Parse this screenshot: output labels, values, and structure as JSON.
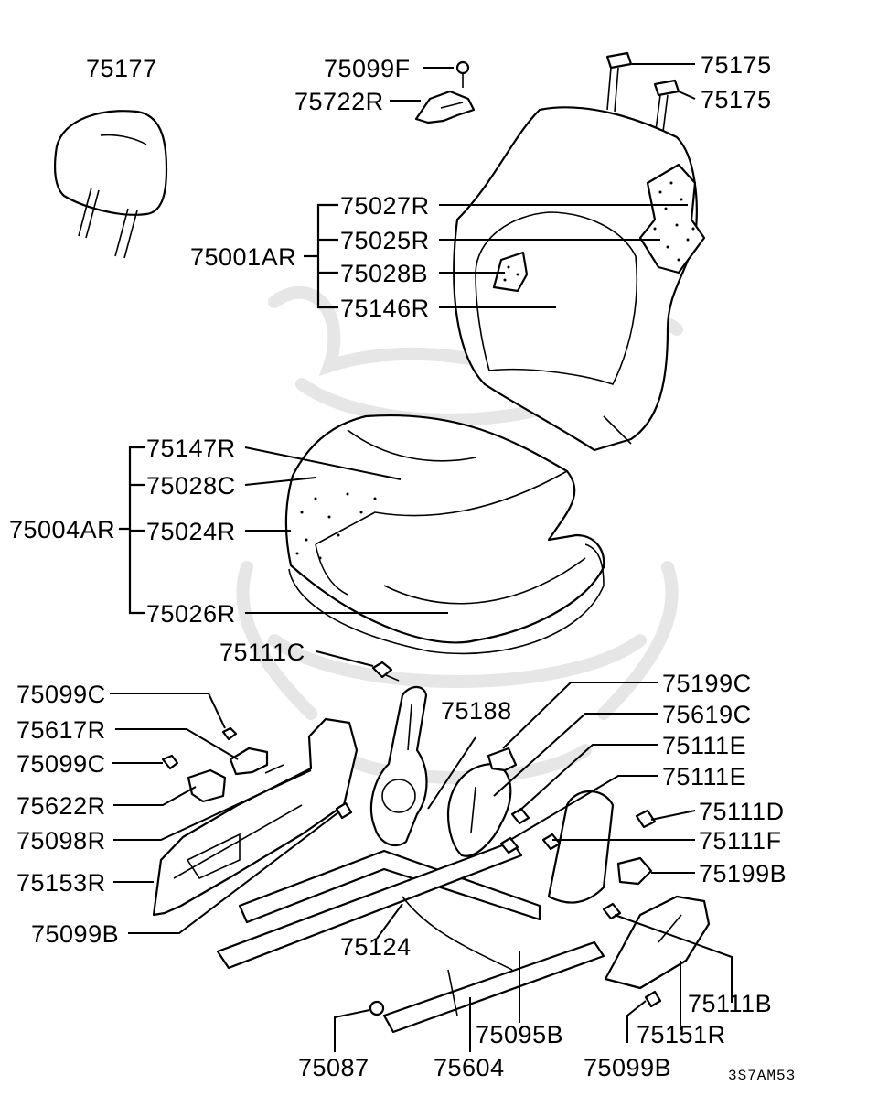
{
  "diagram": {
    "drawing_code": "3S7AM53",
    "callouts": {
      "p75177": "75177",
      "p75099F": "75099F",
      "p75722R": "75722R",
      "p75175a": "75175",
      "p75175b": "75175",
      "p75027R": "75027R",
      "p75001AR": "75001AR",
      "p75025R": "75025R",
      "p75028B": "75028B",
      "p75146R": "75146R",
      "p75147R": "75147R",
      "p75028C": "75028C",
      "p75004AR": "75004AR",
      "p75024R": "75024R",
      "p75026R": "75026R",
      "p75111C": "75111C",
      "p75099Ca": "75099C",
      "p75617R": "75617R",
      "p75099Cb": "75099C",
      "p75622R": "75622R",
      "p75098R": "75098R",
      "p75153R": "75153R",
      "p75099Ba": "75099B",
      "p75188": "75188",
      "p75199C": "75199C",
      "p75619C": "75619C",
      "p75111Ea": "75111E",
      "p75111Eb": "75111E",
      "p75111D": "75111D",
      "p75111F": "75111F",
      "p75199B": "75199B",
      "p75124": "75124",
      "p75111B": "75111B",
      "p75151R": "75151R",
      "p75087": "75087",
      "p75604": "75604",
      "p75095B": "75095B",
      "p75099Bb": "75099B"
    }
  }
}
